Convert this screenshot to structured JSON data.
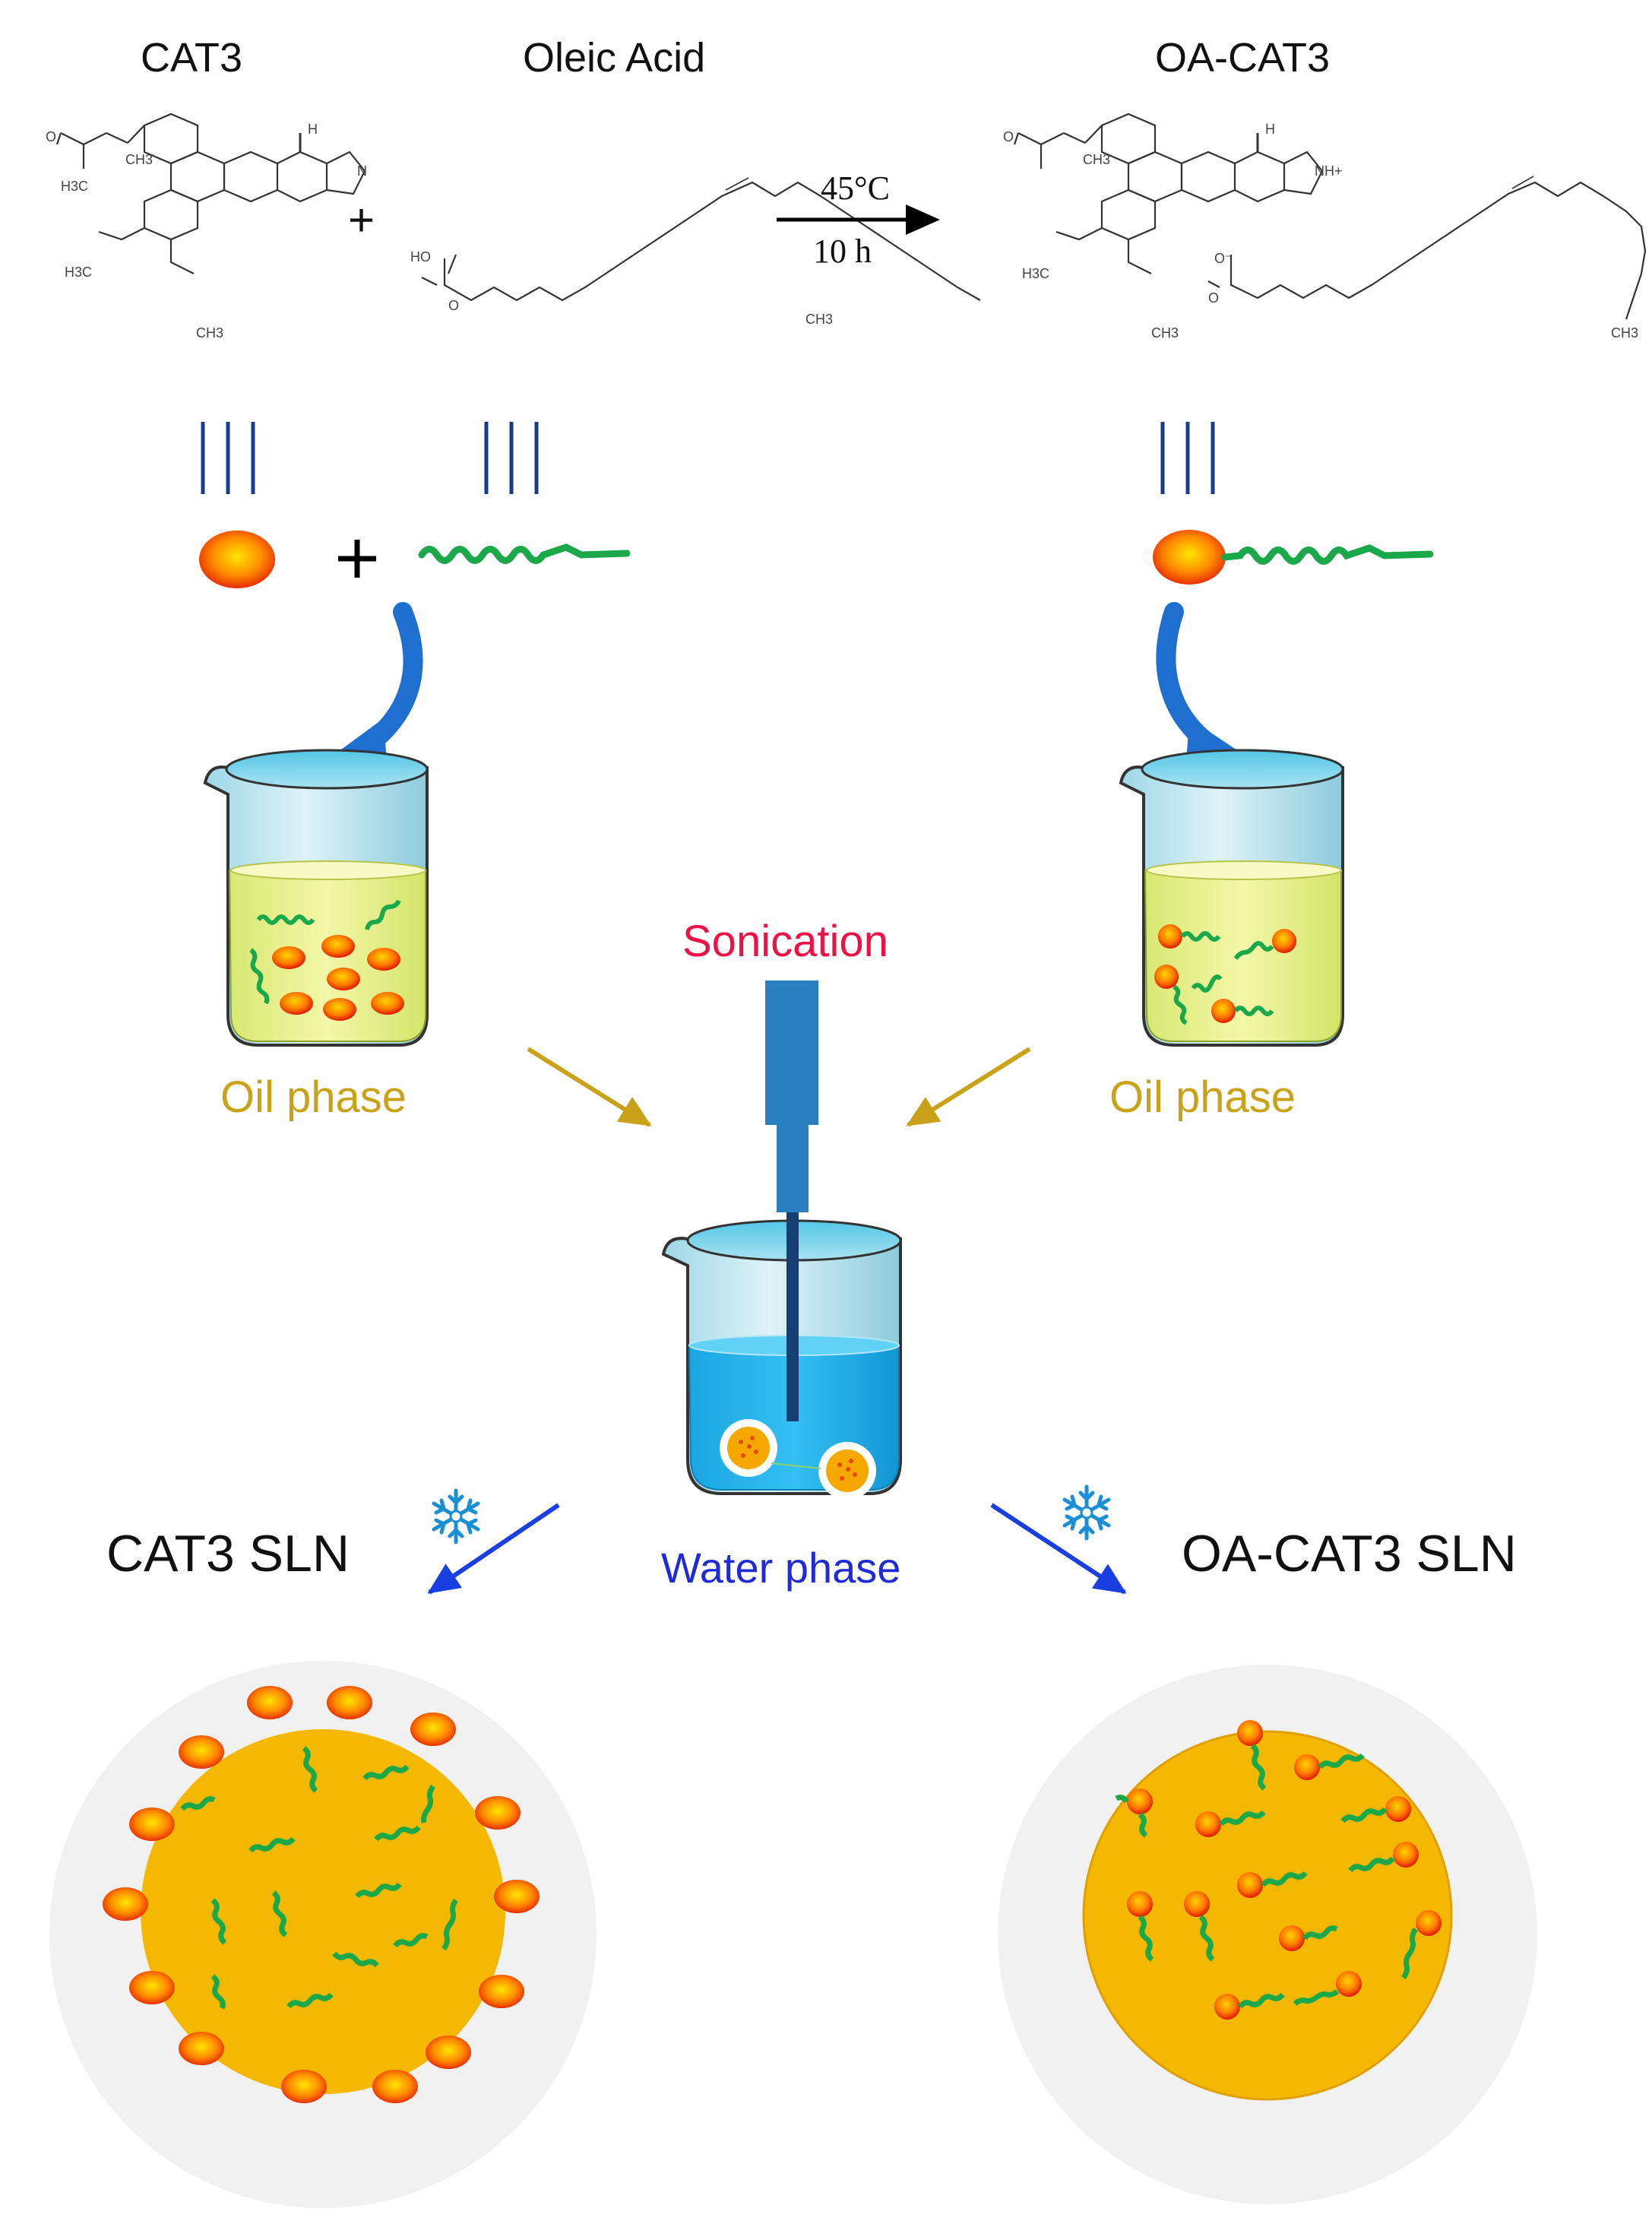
{
  "reaction": {
    "reactant1_label": "CAT3",
    "reactant2_label": "Oleic Acid",
    "product_label": "OA-CAT3",
    "condition_temp": "45°C",
    "condition_time": "10 h",
    "plus": "+"
  },
  "atoms": {
    "h": "H",
    "n": "N",
    "nh_plus": "NH+",
    "ho": "HO",
    "o": "O",
    "o_minus": "O⁻",
    "ch3": "CH3",
    "h3c": "H3C"
  },
  "phases": {
    "oil_left": "Oil phase",
    "oil_right": "Oil phase",
    "sonication": "Sonication",
    "water": "Water phase"
  },
  "products": {
    "left": "CAT3 SLN",
    "right": "OA-CAT3 SLN"
  },
  "colors": {
    "oil_text": "#c9a21a",
    "sonication_text": "#ee1144",
    "water_text": "#1f2bd6",
    "chain_green": "#1aa84a",
    "particle_orange": "#f5a800",
    "arrow_blue": "#1a5fd0",
    "arrow_gold": "#c9a21a"
  },
  "icons": [
    "snowflake-icon",
    "beaker-icon",
    "sonicator-probe-icon",
    "drug-sphere-icon",
    "fatty-chain-icon"
  ]
}
